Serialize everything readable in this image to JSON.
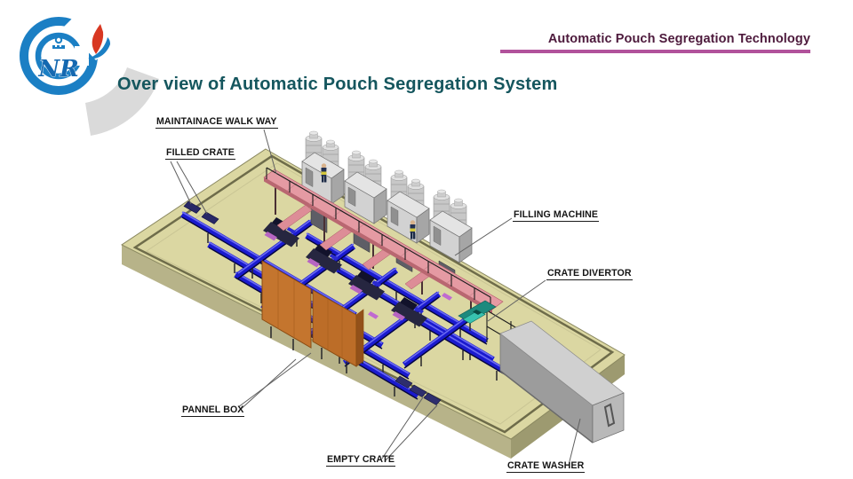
{
  "slide": {
    "logo": {
      "monogram": "NR",
      "ring_color": "#1b7fc4",
      "flame_red": "#d83822",
      "crescent_gray": "#dadada"
    },
    "header_tagline": {
      "text": "Automatic Pouch Segregation Technology",
      "text_color": "#4d1a3c",
      "underline_color": "#b1529b"
    },
    "title": {
      "text": "Over view of Automatic Pouch Segregation System",
      "color": "#15565e"
    }
  },
  "diagram": {
    "labels": {
      "walkway": "MAINTAINACE WALK WAY",
      "filled_crate": "FILLED CRATE",
      "filling_machine": "FILLING MACHINE",
      "crate_divertor": "CRATE DIVERTOR",
      "pannel_box": "PANNEL BOX",
      "empty_crate": "EMPTY CRATE",
      "crate_washer": "CRATE WASHER"
    },
    "colors": {
      "platform_top": "#dbd7a2",
      "platform_side_left": "#b7b389",
      "platform_side_right": "#9d9a70",
      "groove": "#6e6c4a",
      "conveyor_blue": "#1a1ace",
      "walkway_pink": "#e59aa3",
      "machine_gray": "#d2d2d2",
      "panel_orange": "#c4752e",
      "divertor_teal": "#38c2b0",
      "washer_gray": "#cfcfcf"
    }
  }
}
